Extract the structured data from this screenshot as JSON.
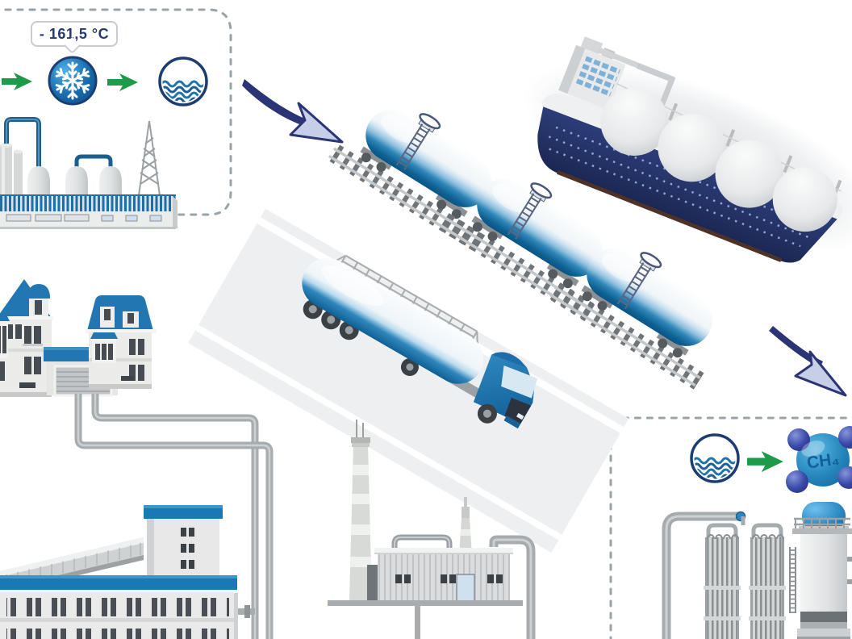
{
  "stage_liquefaction": {
    "temperature_label": "- 161,5 °C",
    "icons": [
      "gas-input-arrow-icon",
      "snowflake-icon",
      "process-arrow-icon",
      "lng-liquid-icon"
    ],
    "illustration": "liquefaction-plant"
  },
  "transport": {
    "illustrations": [
      "lng-rail-tank-cars",
      "lng-tanker-truck",
      "lng-carrier-ship"
    ],
    "flow_icons": [
      "flow-arrow-to-transport",
      "flow-arrow-to-regasification"
    ]
  },
  "distribution": {
    "illustrations": [
      "residential-houses",
      "gas-pipeline",
      "industrial-factory",
      "power-plant"
    ]
  },
  "stage_regasification": {
    "molecule_label": "CH₄",
    "icons": [
      "lng-liquid-icon",
      "process-arrow-icon",
      "methane-molecule-icon"
    ],
    "illustration": "regasification-plant"
  },
  "colors": {
    "navy": "#263a6d",
    "accent_blue": "#1a74ad",
    "roof_blue": "#2277b2",
    "green": "#1d9b4a",
    "dashed_border": "#9aa3a9",
    "pipe_gray": "#a6abae",
    "hull_navy": "#25346b",
    "molecule_blue": "#2d93c9",
    "molecule_satellite": "#35449c"
  }
}
